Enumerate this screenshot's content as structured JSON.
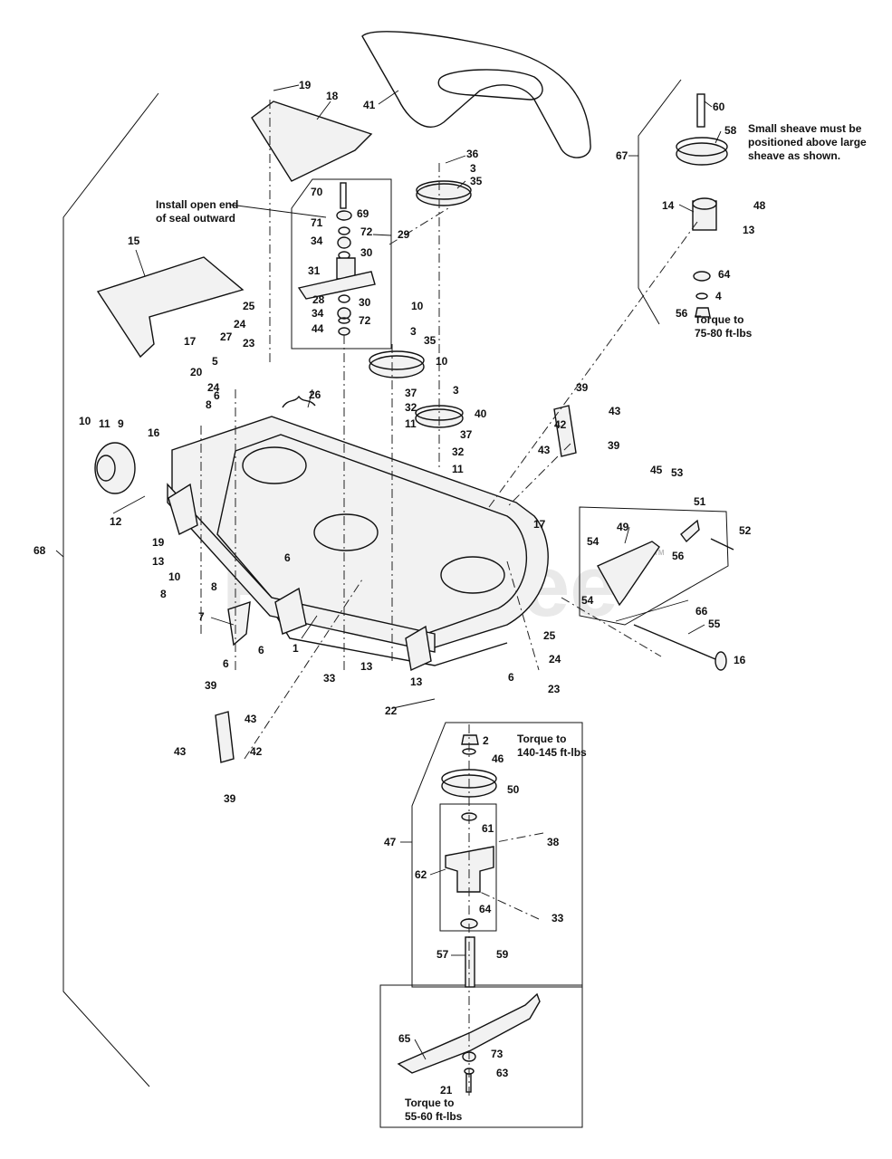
{
  "watermark": "PartsTree",
  "trademark": "TM",
  "notes": {
    "seal": [
      "Install open end",
      "of seal outward"
    ],
    "sheave": [
      "Small sheave must be",
      "positioned above large",
      "sheave as shown."
    ],
    "torque_75_80": [
      "Torque to",
      "75-80 ft-lbs"
    ],
    "torque_140_145": [
      "Torque to",
      "140-145 ft-lbs"
    ],
    "torque_55_60": [
      "Torque to",
      "55-60 ft-lbs"
    ]
  },
  "callouts": [
    "19",
    "18",
    "41",
    "60",
    "58",
    "67",
    "36",
    "3",
    "35",
    "70",
    "69",
    "71",
    "72",
    "34",
    "30",
    "29",
    "31",
    "28",
    "30",
    "34",
    "72",
    "44",
    "14",
    "48",
    "13",
    "64",
    "4",
    "56",
    "15",
    "25",
    "24",
    "17",
    "27",
    "23",
    "5",
    "20",
    "24",
    "8",
    "26",
    "10",
    "3",
    "35",
    "10",
    "3",
    "37",
    "32",
    "11",
    "40",
    "37",
    "32",
    "11",
    "39",
    "42",
    "43",
    "43",
    "39",
    "10",
    "11",
    "9",
    "16",
    "6",
    "12",
    "45",
    "53",
    "51",
    "52",
    "17",
    "19",
    "13",
    "10",
    "6",
    "8",
    "8",
    "54",
    "49",
    "56",
    "54",
    "66",
    "7",
    "6",
    "1",
    "6",
    "13",
    "33",
    "25",
    "24",
    "55",
    "16",
    "13",
    "22",
    "6",
    "23",
    "39",
    "43",
    "42",
    "43",
    "39",
    "68",
    "2",
    "46",
    "50",
    "61",
    "38",
    "47",
    "62",
    "64",
    "33",
    "57",
    "59",
    "65",
    "73",
    "21",
    "63"
  ]
}
